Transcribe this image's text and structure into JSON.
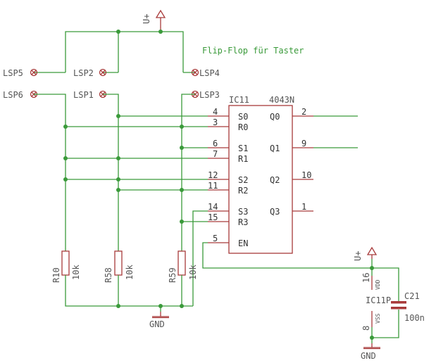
{
  "title": "Flip-Flop für Taster",
  "ic": {
    "ref": "IC11",
    "part": "4043N"
  },
  "ic_pins_left": [
    {
      "num": "4",
      "name": "S0"
    },
    {
      "num": "3",
      "name": "R0"
    },
    {
      "num": "6",
      "name": "S1"
    },
    {
      "num": "7",
      "name": "R1"
    },
    {
      "num": "12",
      "name": "S2"
    },
    {
      "num": "11",
      "name": "R2"
    },
    {
      "num": "14",
      "name": "S3"
    },
    {
      "num": "15",
      "name": "R3"
    },
    {
      "num": "5",
      "name": "EN"
    }
  ],
  "ic_pins_right": [
    {
      "num": "2",
      "name": "Q0"
    },
    {
      "num": "9",
      "name": "Q1"
    },
    {
      "num": "10",
      "name": "Q2"
    },
    {
      "num": "1",
      "name": "Q3"
    }
  ],
  "connectors": [
    "LSP5",
    "LSP2",
    "LSP4",
    "LSP6",
    "LSP1",
    "LSP3"
  ],
  "resistors": [
    {
      "ref": "R10",
      "value": "10k"
    },
    {
      "ref": "R58",
      "value": "10k"
    },
    {
      "ref": "R59",
      "value": "10k"
    }
  ],
  "power": {
    "top_supply": "U+",
    "supply2": "U+",
    "gnd1": "GND",
    "gnd2": "GND"
  },
  "supply_unit": {
    "ref": "IC11P",
    "vdd_pin": "16",
    "vdd": "VDD",
    "vss_pin": "8",
    "vss": "VSS"
  },
  "capacitor": {
    "ref": "C21",
    "value": "100n"
  }
}
